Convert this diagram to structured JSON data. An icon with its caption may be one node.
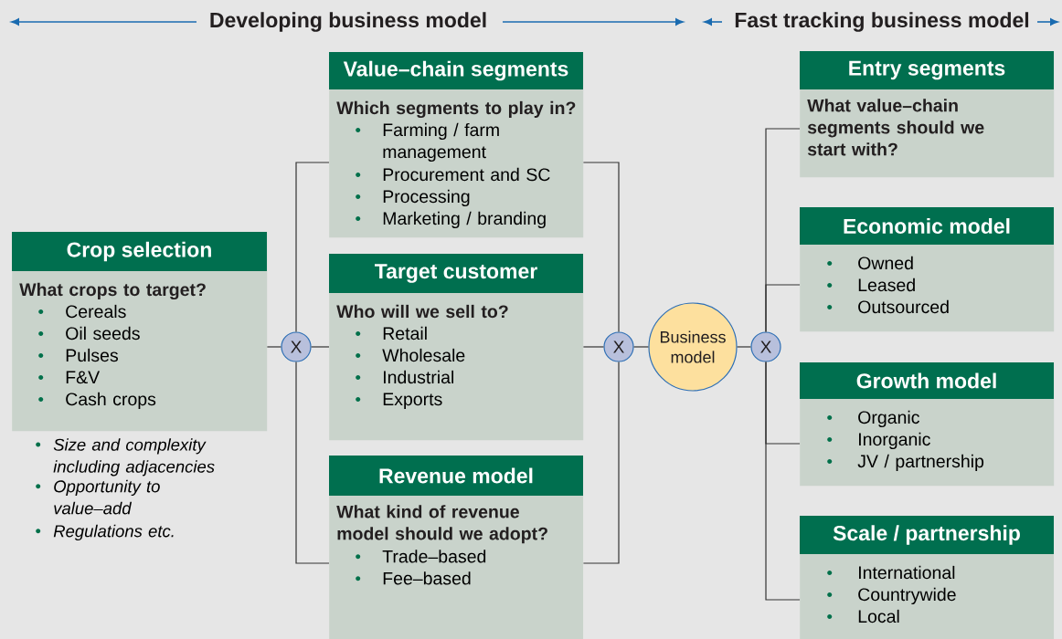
{
  "diagram": {
    "nodes": [
      {
        "text": [
          "Crop selection",
          "What crops to target?",
          "Cereals",
          "Oil seeds",
          "Pulses",
          "F&V",
          "Cash crops"
        ],
        "beside": [
          "Size and complexity including adjacencies",
          "Opportunity to value–add",
          "Regulations etc."
        ]
      },
      {
        "text": [
          "X"
        ]
      },
      {
        "text": [
          "Value–chain segments",
          "Which segments to play in?",
          "Farming / farm management",
          "Procurement and SC",
          "Processing",
          "Marketing / branding"
        ]
      },
      {
        "text": [
          "Target customer",
          "Who will we sell to?",
          "Retail",
          "Wholesale",
          "Industrial",
          "Exports"
        ]
      },
      {
        "text": [
          "Revenue model",
          "What kind of revenue model should we adopt?",
          "Trade–based",
          "Fee–based"
        ]
      },
      {
        "text": [
          "X"
        ]
      },
      {
        "text": [
          "Business model"
        ]
      },
      {
        "text": [
          "X"
        ]
      },
      {
        "text": [
          "Entry segments",
          "What value–chain segments should we start with?"
        ]
      },
      {
        "text": [
          "Economic model",
          "Owned",
          "Leased",
          "Outsourced"
        ]
      },
      {
        "text": [
          "Growth model",
          "Organic",
          "Inorganic",
          "JV / partnership"
        ]
      },
      {
        "text": [
          "Scale / partnership",
          "International",
          "Countrywide",
          "Local"
        ]
      }
    ],
    "edges": [
      {
        "from": 0,
        "to": 1,
        "arrow": "none"
      },
      {
        "from": 1,
        "to": 2,
        "arrow": "none"
      },
      {
        "from": 1,
        "to": 3,
        "arrow": "none"
      },
      {
        "from": 1,
        "to": 4,
        "arrow": "none"
      },
      {
        "from": 2,
        "to": 5,
        "arrow": "none"
      },
      {
        "from": 3,
        "to": 5,
        "arrow": "none"
      },
      {
        "from": 4,
        "to": 5,
        "arrow": "none"
      },
      {
        "from": 5,
        "to": 6,
        "arrow": "none"
      },
      {
        "from": 6,
        "to": 7,
        "arrow": "none"
      },
      {
        "from": 7,
        "to": 8,
        "arrow": "none"
      },
      {
        "from": 7,
        "to": 9,
        "arrow": "none"
      },
      {
        "from": 7,
        "to": 10,
        "arrow": "none"
      },
      {
        "from": 7,
        "to": 11,
        "arrow": "none"
      }
    ],
    "labels": [
      "Developing business model",
      "Fast tracking business model"
    ]
  }
}
